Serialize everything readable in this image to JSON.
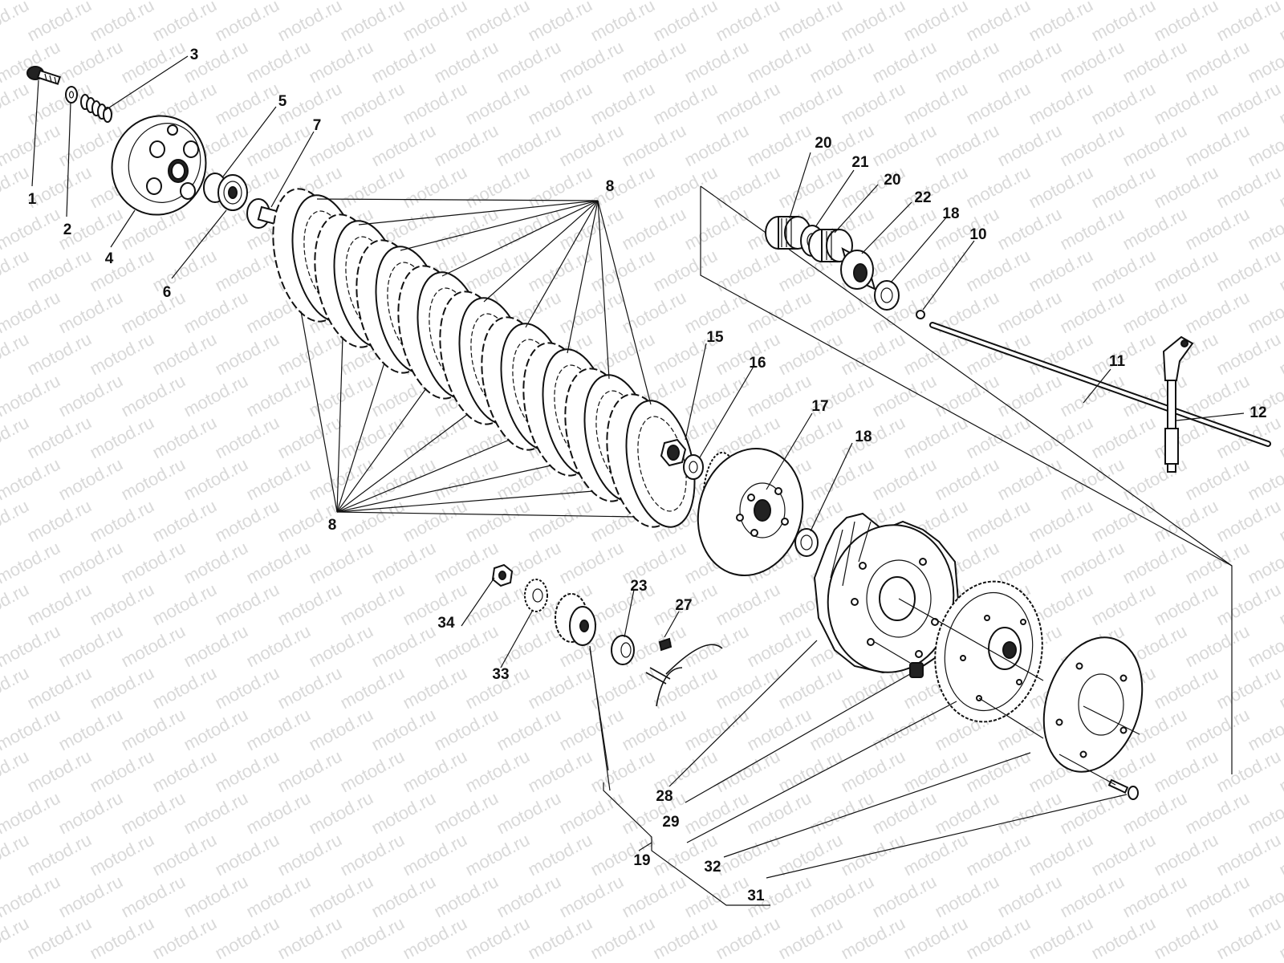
{
  "watermark": {
    "text": "motod.ru"
  },
  "callouts": {
    "c1": "1",
    "c2": "2",
    "c3": "3",
    "c4": "4",
    "c5": "5",
    "c6": "6",
    "c7": "7",
    "c8a": "8",
    "c8b": "8",
    "c10": "10",
    "c11": "11",
    "c12": "12",
    "c15": "15",
    "c16": "16",
    "c17": "17",
    "c18a": "18",
    "c18b": "18",
    "c19": "19",
    "c20a": "20",
    "c20b": "20",
    "c21": "21",
    "c22": "22",
    "c23": "23",
    "c27": "27",
    "c28": "28",
    "c29": "29",
    "c31": "31",
    "c32": "32",
    "c33": "33",
    "c34": "34"
  }
}
